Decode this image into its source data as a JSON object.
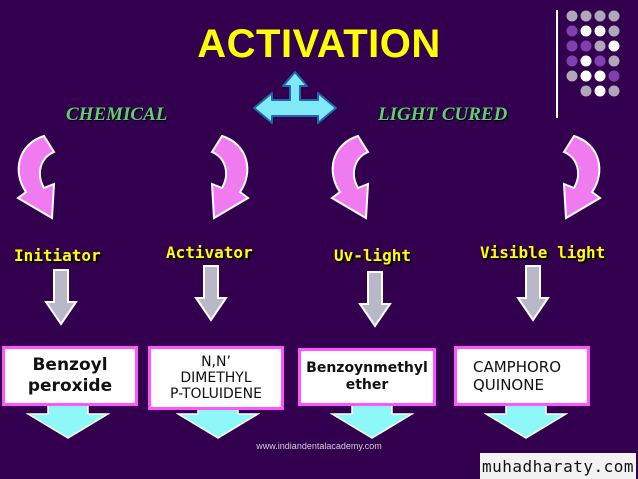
{
  "title": "ACTIVATION",
  "categories": {
    "left": "CHEMICAL",
    "right": "LIGHT CURED"
  },
  "items": [
    {
      "label": "Initiator",
      "lines": [
        "Benzoyl",
        "peroxide"
      ]
    },
    {
      "label": "Activator",
      "lines": [
        "N,N’",
        "DIMETHYL",
        "P-TOLUIDENE"
      ]
    },
    {
      "label": "Uv-light",
      "lines": [
        "Benzoynmethyl",
        "ether"
      ]
    },
    {
      "label": "Visible light",
      "lines": [
        "CAMPHORO",
        "QUINONE"
      ]
    }
  ],
  "footer": "www.indiandentalacademy.com",
  "watermark": "muhadharaty.com",
  "colors": {
    "background": "#33004f",
    "title": "#ffff00",
    "category": "#5fcf70",
    "curved_arrow": "#f07af0",
    "down_arrow": "#b8b8c8",
    "box_border": "#ff55ff",
    "cyan_arrow": "#8ef8f8",
    "dot_purple": "#8040b0",
    "dot_gray": "#b0a8b8",
    "dot_white": "#ffffff"
  },
  "icons": [
    "four-way-arrow-icon",
    "curved-arrow-icon",
    "down-arrow-icon",
    "cyan-down-arrow-icon"
  ]
}
